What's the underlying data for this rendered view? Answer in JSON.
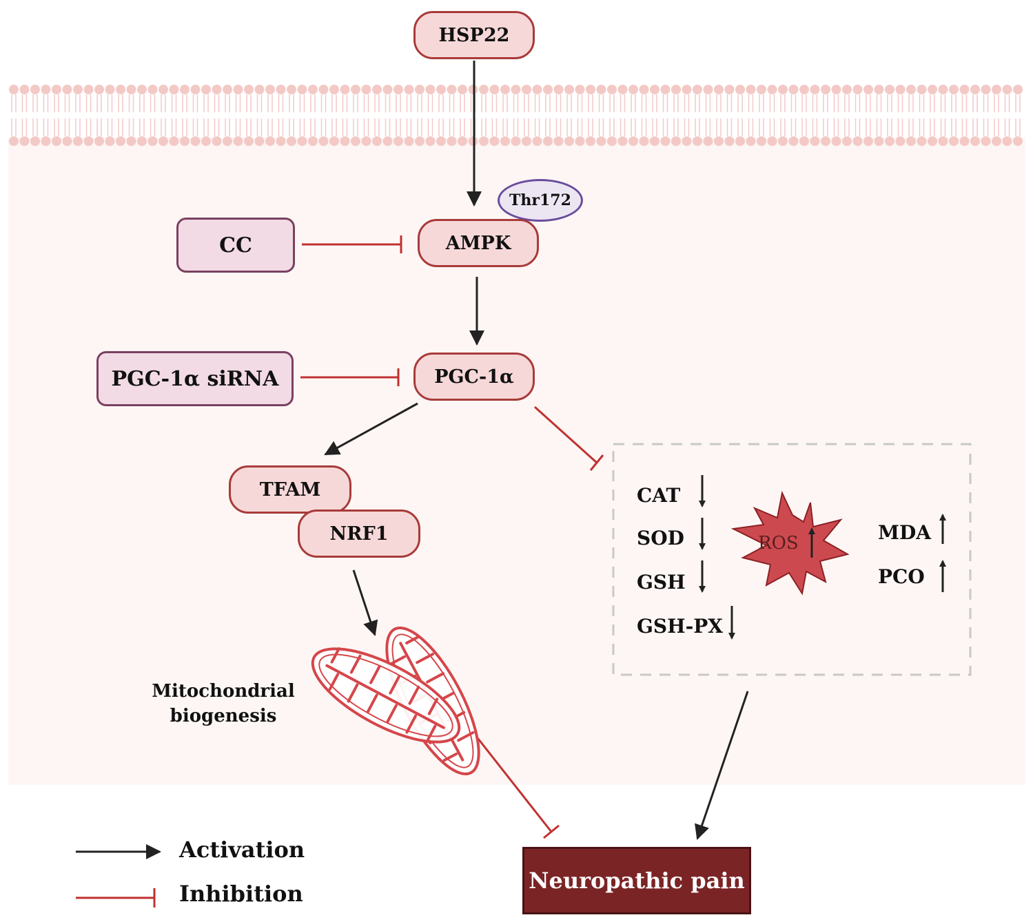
{
  "nodes": {
    "hsp22": "HSP22",
    "thr172": "Thr172",
    "ampk": "AMPK",
    "cc": "CC",
    "pgc1a": "PGC-1α",
    "pgc1a_sirna": "PGC-1α siRNA",
    "tfam": "TFAM",
    "nrf1": "NRF1",
    "mito_line1": "Mitochondrial",
    "mito_line2": "biogenesis",
    "ros": "ROS",
    "neuropathic_pain": "Neuropathic pain"
  },
  "markers_down": [
    "CAT",
    "SOD",
    "GSH",
    "GSH-PX"
  ],
  "markers_up": [
    "MDA",
    "PCO"
  ],
  "legend": {
    "activation": "Activation",
    "inhibition": "Inhibition"
  },
  "colors": {
    "activation": "#222222",
    "inhibition": "#c0312f",
    "pill_fill": "#f7d8d8",
    "pill_border": "#a83a3a",
    "drug_fill": "#f2dbe4",
    "drug_border": "#7a4060",
    "cytoplasm": "#fdf6f4",
    "membrane": "#f3c9c6",
    "ros_fill": "#cc4a4f",
    "outcome_fill": "#7b2426"
  }
}
